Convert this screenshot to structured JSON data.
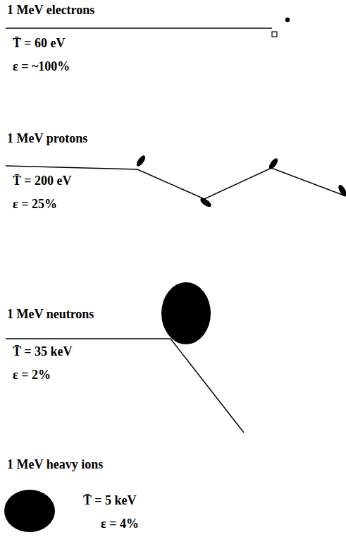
{
  "diagram": {
    "labels": [
      "1 MeV electrons",
      "T̄ = 60 eV",
      "ε = ~100%",
      "1 MeV protons",
      "T̄ = 200 eV",
      "ε = 25%",
      "1 MeV neutrons",
      "T̄ = 35 keV",
      "ε = 2%",
      "1 MeV heavy ions",
      "T̄ = 5 keV",
      "ε = 4%"
    ]
  }
}
